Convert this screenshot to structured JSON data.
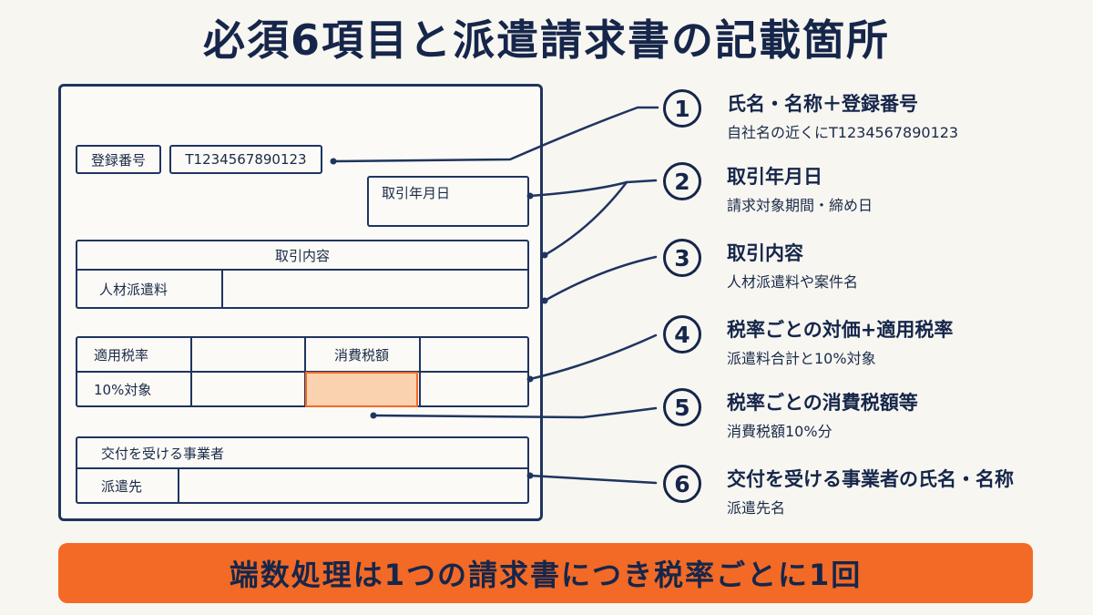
{
  "title": "必須6項目と派遣請求書の記載箇所",
  "invoice": {
    "registration_label": "登録番号",
    "registration_value": "T1234567890123",
    "transaction_date_label": "取引年月日",
    "content_header": "取引内容",
    "content_item": "人材派遣料",
    "tax_rate_label": "適用税率",
    "tax_rate_value": "10%対象",
    "tax_amount_label": "消費税額",
    "recipient_header": "交付を受ける事業者",
    "recipient_value": "派遣先"
  },
  "items": [
    {
      "number": "1",
      "title": "氏名・名称＋登録番号",
      "desc": "自社名の近くにT1234567890123"
    },
    {
      "number": "2",
      "title": "取引年月日",
      "desc": "請求対象期間・締め日"
    },
    {
      "number": "3",
      "title": "取引内容",
      "desc": "人材派遣料や案件名"
    },
    {
      "number": "4",
      "title": "税率ごとの対価+適用税率",
      "desc": "派遣料合計と10%対象"
    },
    {
      "number": "5",
      "title": "税率ごとの消費税額等",
      "desc": "消費税額10%分"
    },
    {
      "number": "6",
      "title": "交付を受ける事業者の氏名・名称",
      "desc": "派遣先名"
    }
  ],
  "banner": "端数処理は1つの請求書につき税率ごとに1回",
  "colors": {
    "navy": "#1f3460",
    "orange": "#f26a26",
    "highlight": "#fbd2b0"
  }
}
